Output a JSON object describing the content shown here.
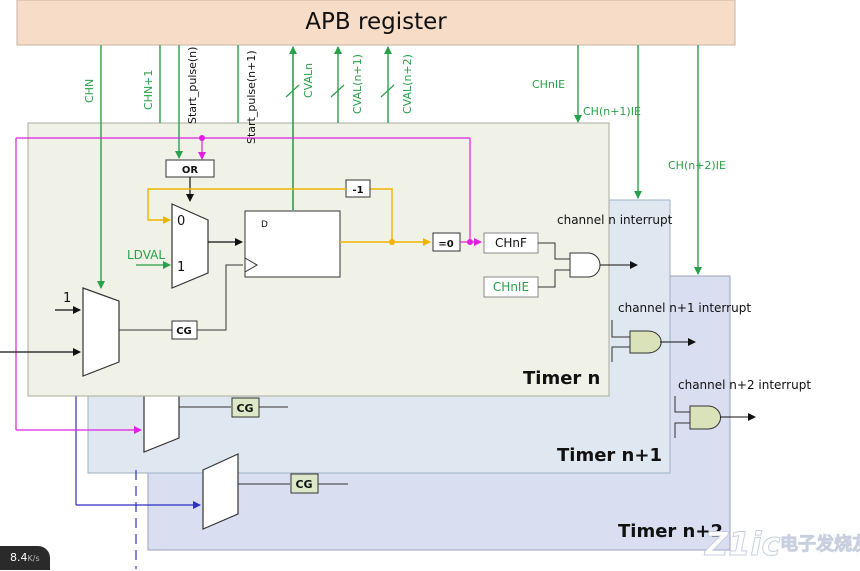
{
  "header": {
    "title": "APB register"
  },
  "top_signals": {
    "chn": "CHN",
    "chn1": "CHN+1",
    "start_n": "Start_pulse(n)",
    "start_n1": "Start_pulse(n+1)",
    "cvaln": "CVALn",
    "cval_n1": "CVAL(n+1)",
    "cval_n2": "CVAL(n+2)",
    "chnie": "CHnIE",
    "ch_n1_ie": "CH(n+1)IE",
    "ch_n2_ie": "CH(n+2)IE"
  },
  "timer_n": {
    "title": "Timer n",
    "or_label": "OR",
    "minus_one": "-1",
    "mux_in0": "0",
    "mux_in1": "1",
    "ldval": "LDVAL",
    "reg_d": "D",
    "eq_zero": "=0",
    "chnf": "CHnF",
    "chnie_box": "CHnIE",
    "interrupt": "channel n interrupt",
    "cg": "CG",
    "sel_one": "1"
  },
  "timer_n1": {
    "title": "Timer n+1",
    "cg": "CG",
    "interrupt": "channel n+1 interrupt"
  },
  "timer_n2": {
    "title": "Timer n+2",
    "cg": "CG",
    "interrupt": "channel n+2 interrupt"
  },
  "status": {
    "speed": "8.4",
    "unit": "K/s"
  },
  "watermark": {
    "text": "电子发烧友"
  },
  "colors": {
    "green": "#2aa04a",
    "yellow": "#f0b400",
    "magenta": "#e020e0",
    "blue": "#3030c0"
  }
}
